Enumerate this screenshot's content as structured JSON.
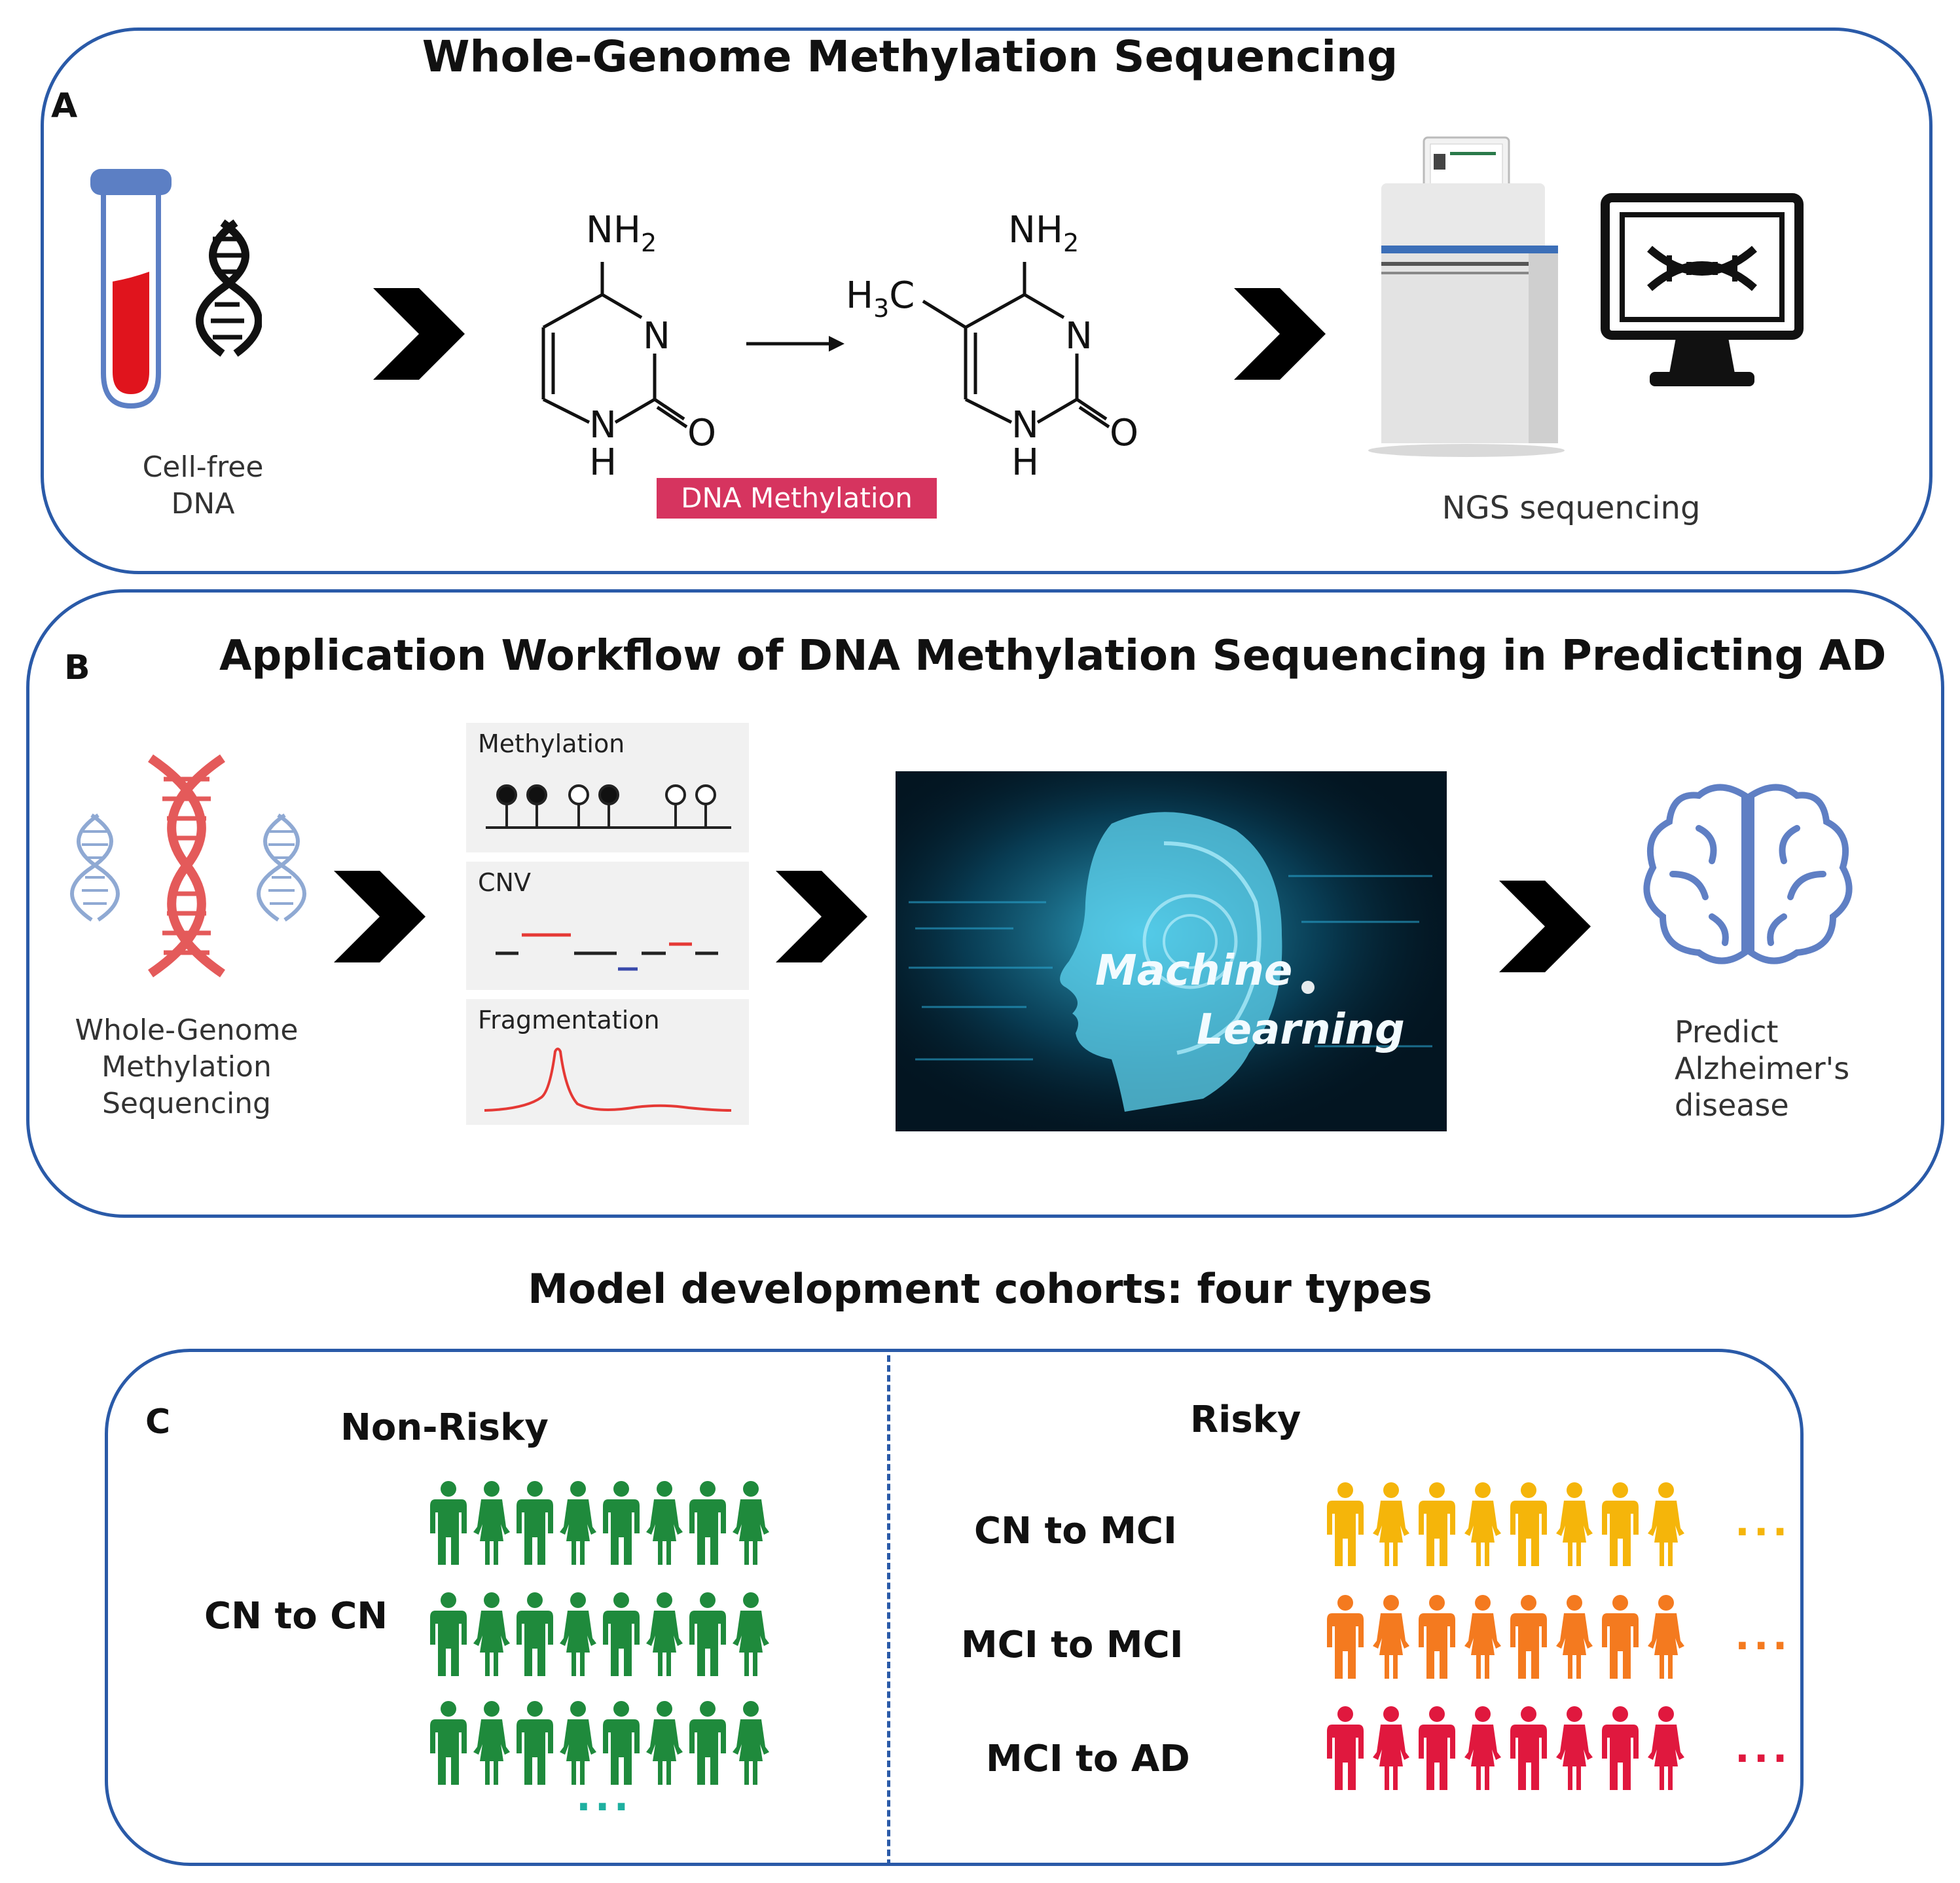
{
  "panel_a": {
    "letter": "A",
    "title": "Whole-Genome Methylation Sequencing",
    "cellfree_line1": "Cell-free",
    "cellfree_line2": "DNA",
    "nh2": "NH",
    "nh2_sub": "2",
    "ring_n": "N",
    "ring_nh_n": "N",
    "ring_nh_h": "H",
    "ring_o": "O",
    "h3c_h": "H",
    "h3c_sub": "3",
    "h3c_c": "C",
    "methylation_badge": "DNA Methylation",
    "ngs_label": "NGS sequencing"
  },
  "panel_b": {
    "letter": "B",
    "title": "Application Workflow of DNA Methylation Sequencing in Predicting AD",
    "wgms_line1": "Whole-Genome",
    "wgms_line2": "Methylation",
    "wgms_line3": "Sequencing",
    "box_methylation": "Methylation",
    "box_cnv": "CNV",
    "box_fragmentation": "Fragmentation",
    "ml_line1": "Machine",
    "ml_line2": "Learning",
    "predict_line1": "Predict",
    "predict_line2": "Alzheimer's",
    "predict_line3": "disease"
  },
  "panel_c": {
    "heading": "Model development cohorts: four types",
    "letter": "C",
    "non_risky": "Non-Risky",
    "risky": "Risky",
    "cn_to_cn": "CN to CN",
    "cn_to_mci": "CN to MCI",
    "mci_to_mci": "MCI to MCI",
    "mci_to_ad": "MCI to AD",
    "ellipsis": "...",
    "green_ellipsis": "..."
  },
  "colors": {
    "panel_border": "#2a5aa8",
    "green": "#1f8a3c",
    "yellow": "#f5b50a",
    "orange": "#f47a1f",
    "red": "#e0183e",
    "badge": "#d6345f",
    "dna_red": "#e45a5a",
    "dna_blue": "#8fa9d3",
    "brain_blue": "#5f7fc4"
  }
}
